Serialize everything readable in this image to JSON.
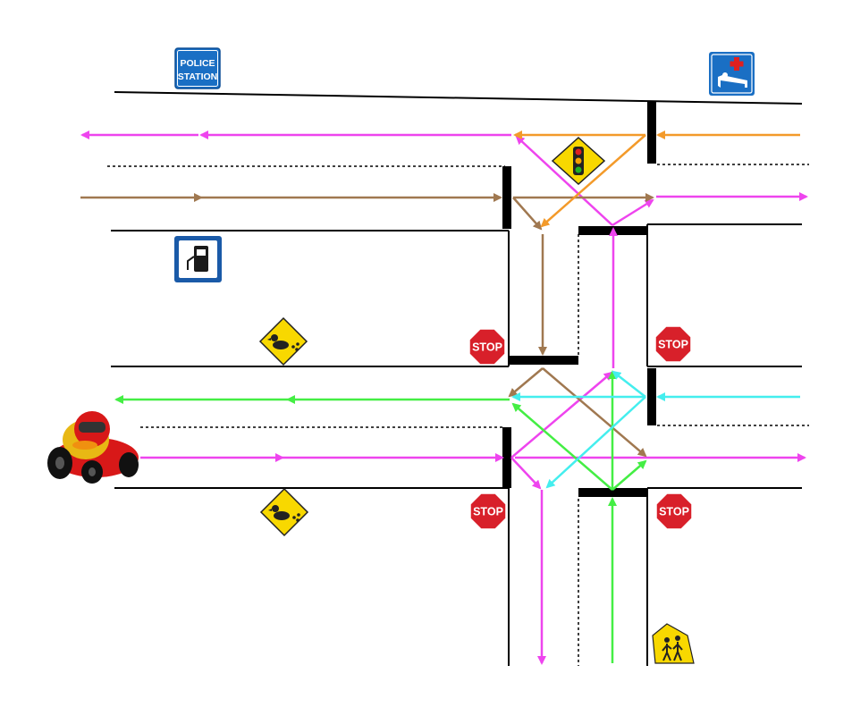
{
  "signs": {
    "police_station": {
      "line1": "POLICE",
      "line2": "STATION",
      "icon": "police-station-sign"
    },
    "hospital": {
      "icon": "hospital-bed-sign"
    },
    "gas_station": {
      "icon": "fuel-pump-sign"
    },
    "traffic_light": {
      "icon": "traffic-light-warning-sign"
    },
    "duck_crossing": {
      "icon": "duck-crossing-sign"
    },
    "school_crossing": {
      "icon": "school-children-crossing-sign"
    },
    "stop": {
      "label": "STOP"
    }
  },
  "vehicle": {
    "icon": "race-car-duck"
  },
  "colors": {
    "road_line": "#000000",
    "stop_bar": "#000000",
    "magenta_route": "#ee44ee",
    "brown_route": "#a07850",
    "orange_route": "#f39a2a",
    "green_route": "#44ee44",
    "cyan_route": "#44eeee",
    "stop_sign": "#d8202a",
    "sign_blue": "#1a6fc4",
    "sign_yellow": "#f8d800"
  }
}
